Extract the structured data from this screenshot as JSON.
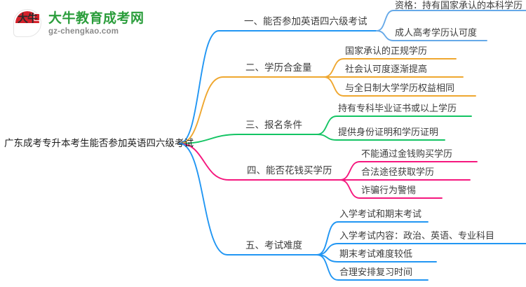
{
  "logo": {
    "mark_line1": "大",
    "mark_line2": "牛",
    "title": "大牛教育成考网",
    "subtitle": "gz-chengkao.com",
    "title_color": "#2a9d3b",
    "subtitle_color": "#8a8a8a",
    "mark_color": "#d5202a"
  },
  "mindmap": {
    "root": "广东成考专升本考生能否参加英语四六级考试",
    "branches": [
      {
        "label": "一、能否参加英语四六级考试",
        "color": "#2196f3",
        "leaves": [
          "资格：持有国家承认的本科学历",
          "成人高考学历认可度"
        ]
      },
      {
        "label": "二、学历合金量",
        "color": "#efa72f",
        "leaves": [
          "国家承认的正规学历",
          "社会认可度逐渐提高",
          "与全日制大学学历权益相同"
        ]
      },
      {
        "label": "三、报名条件",
        "color": "#13c463",
        "leaves": [
          "持有专科毕业证书或以上学历",
          "提供身份证明和学历证明"
        ]
      },
      {
        "label": "四、能否花钱买学历",
        "color": "#f5177e",
        "leaves": [
          "不能通过金钱购买学历",
          "合法途径获取学历",
          "诈骗行为警惕"
        ]
      },
      {
        "label": "五、考试难度",
        "color": "#2196f3",
        "leaves": [
          "入学考试和期末考试",
          "入学考试内容：政治、英语、专业科目",
          "期末考试难度较低",
          "合理安排复习时间"
        ]
      }
    ]
  }
}
